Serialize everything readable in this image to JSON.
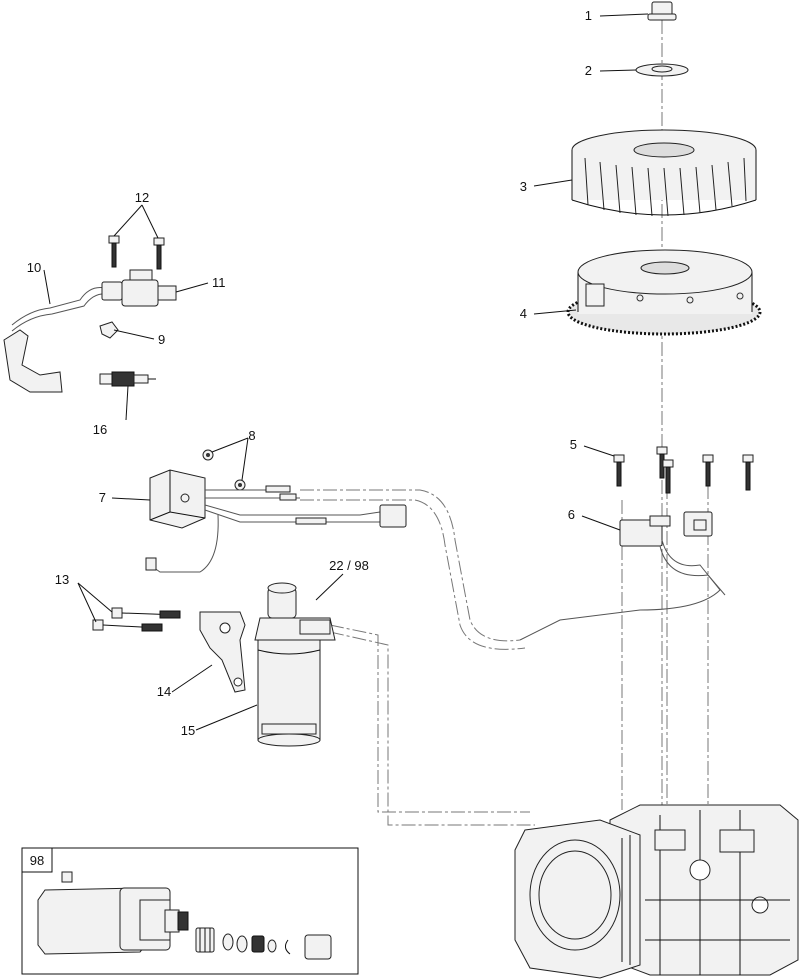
{
  "callouts": {
    "c1": "1",
    "c2": "2",
    "c3": "3",
    "c4": "4",
    "c5": "5",
    "c6": "6",
    "c7": "7",
    "c8": "8",
    "c9": "9",
    "c10": "10",
    "c11": "11",
    "c12": "12",
    "c13": "13",
    "c14": "14",
    "c15": "15",
    "c16": "16",
    "c22_98": "22 / 98"
  },
  "inset": {
    "label": "98"
  }
}
